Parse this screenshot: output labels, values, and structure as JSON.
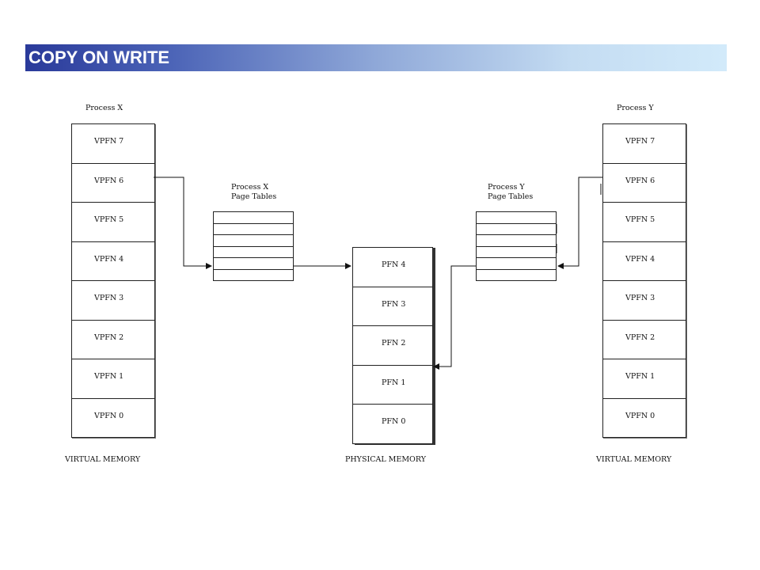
{
  "slide": {
    "title": "COPY ON WRITE"
  },
  "diagram": {
    "process_x": {
      "title": "Process X",
      "page_table_title_line1": "Process X",
      "page_table_title_line2": "Page Tables",
      "memory_label": "VIRTUAL MEMORY",
      "pages": [
        "VPFN 7",
        "VPFN 6",
        "VPFN 5",
        "VPFN 4",
        "VPFN 3",
        "VPFN 2",
        "VPFN 1",
        "VPFN 0"
      ]
    },
    "process_y": {
      "title": "Process Y",
      "page_table_title_line1": "Process Y",
      "page_table_title_line2": "Page Tables",
      "memory_label": "VIRTUAL MEMORY",
      "pages": [
        "VPFN 7",
        "VPFN 6",
        "VPFN 5",
        "VPFN 4",
        "VPFN 3",
        "VPFN 2",
        "VPFN 1",
        "VPFN 0"
      ]
    },
    "physical": {
      "memory_label": "PHYSICAL MEMORY",
      "frames": [
        "PFN 4",
        "PFN 3",
        "PFN 2",
        "PFN 1",
        "PFN 0"
      ]
    }
  }
}
